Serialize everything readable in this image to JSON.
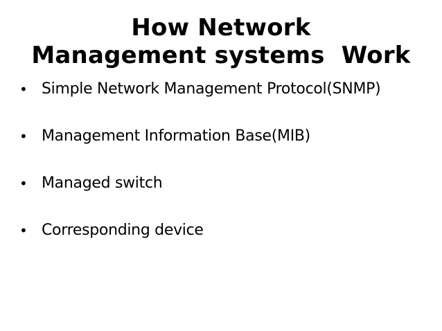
{
  "slide": {
    "title_lines": [
      "How Network",
      "Management systems  Work"
    ],
    "bullet_marker": "•",
    "bullets": [
      "Simple Network Management Protocol(SNMP)",
      "Management Information Base(MIB)",
      "Managed switch",
      "Corresponding device"
    ]
  }
}
